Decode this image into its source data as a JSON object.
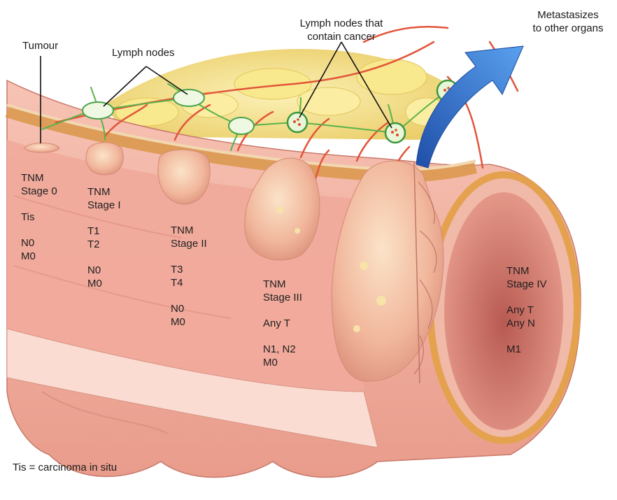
{
  "labels": {
    "tumour": "Tumour",
    "lymph_nodes": "Lymph nodes",
    "lymph_cancer_line1": "Lymph nodes that",
    "lymph_cancer_line2": "contain cancer",
    "metastasizes_line1": "Metastasizes",
    "metastasizes_line2": "to other organs"
  },
  "stages": [
    {
      "title1": "TNM",
      "title2": "Stage 0",
      "t": [
        "Tis"
      ],
      "nm": [
        "N0",
        "M0"
      ]
    },
    {
      "title1": "TNM",
      "title2": "Stage I",
      "t": [
        "T1",
        "T2"
      ],
      "nm": [
        "N0",
        "M0"
      ]
    },
    {
      "title1": "TNM",
      "title2": "Stage II",
      "t": [
        "T3",
        "T4"
      ],
      "nm": [
        "N0",
        "M0"
      ]
    },
    {
      "title1": "TNM",
      "title2": "Stage III",
      "t": [
        "Any T"
      ],
      "nm": [
        "N1, N2",
        "M0"
      ]
    },
    {
      "title1": "TNM",
      "title2": "Stage IV",
      "t": [
        "Any T",
        "Any N"
      ],
      "nm": [
        "M1"
      ]
    }
  ],
  "footnote": "Tis = carcinoma in situ",
  "colors": {
    "mucosa": "#f4b5a6",
    "mucosa_shadow": "#d88a7c",
    "serosa": "#e8a84a",
    "fat": "#f4e27a",
    "vessel": "#e2553a",
    "lymph_vessel": "#5ab34a",
    "arrow": "#2f6fd0",
    "tumour": "#f2c6a2"
  }
}
